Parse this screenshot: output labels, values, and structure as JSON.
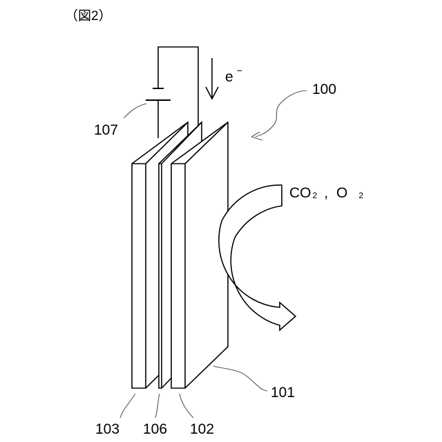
{
  "figure": {
    "title": "（図2）",
    "electron": {
      "base": "e",
      "sup": "−"
    },
    "gases": {
      "co2_main": "CO",
      "co2_sub": "2",
      "sep": ",",
      "o2_main": "O",
      "o2_sub": "2"
    },
    "labels": {
      "device": "100",
      "plate_101": "101",
      "plate_102": "102",
      "plate_103": "103",
      "plate_106": "106",
      "battery_107": "107"
    }
  }
}
